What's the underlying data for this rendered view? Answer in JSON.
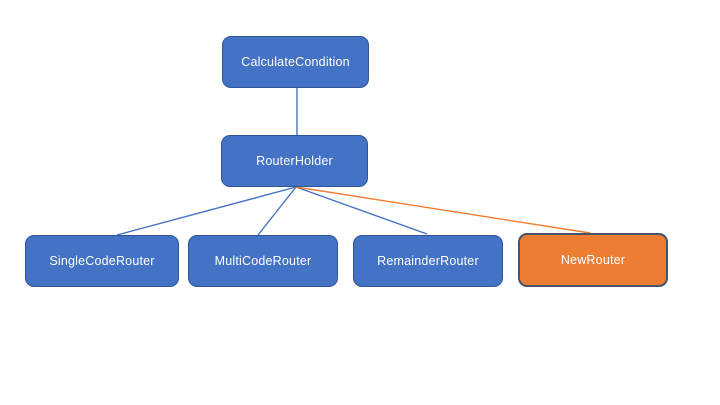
{
  "diagram": {
    "nodes": [
      {
        "id": "calculate-condition",
        "label": "CalculateCondition",
        "variant": "blue"
      },
      {
        "id": "router-holder",
        "label": "RouterHolder",
        "variant": "blue"
      },
      {
        "id": "single-code-router",
        "label": "SingleCodeRouter",
        "variant": "blue"
      },
      {
        "id": "multi-code-router",
        "label": "MultiCodeRouter",
        "variant": "blue"
      },
      {
        "id": "remainder-router",
        "label": "RemainderRouter",
        "variant": "blue"
      },
      {
        "id": "new-router",
        "label": "NewRouter",
        "variant": "orange"
      }
    ],
    "edges": [
      {
        "from": "CalculateCondition",
        "to": "RouterHolder",
        "color": "blue"
      },
      {
        "from": "RouterHolder",
        "to": "SingleCodeRouter",
        "color": "blue"
      },
      {
        "from": "RouterHolder",
        "to": "MultiCodeRouter",
        "color": "blue"
      },
      {
        "from": "RouterHolder",
        "to": "RemainderRouter",
        "color": "blue"
      },
      {
        "from": "RouterHolder",
        "to": "NewRouter",
        "color": "orange"
      }
    ],
    "colors": {
      "node_blue_fill": "#4472C4",
      "node_blue_border": "#2F5597",
      "node_orange_fill": "#ED7D31",
      "node_orange_border": "#44546A",
      "edge_blue": "#4472C4",
      "edge_orange": "#ED7D31",
      "text": "#FFFFFF",
      "background": "#FFFFFF"
    }
  }
}
